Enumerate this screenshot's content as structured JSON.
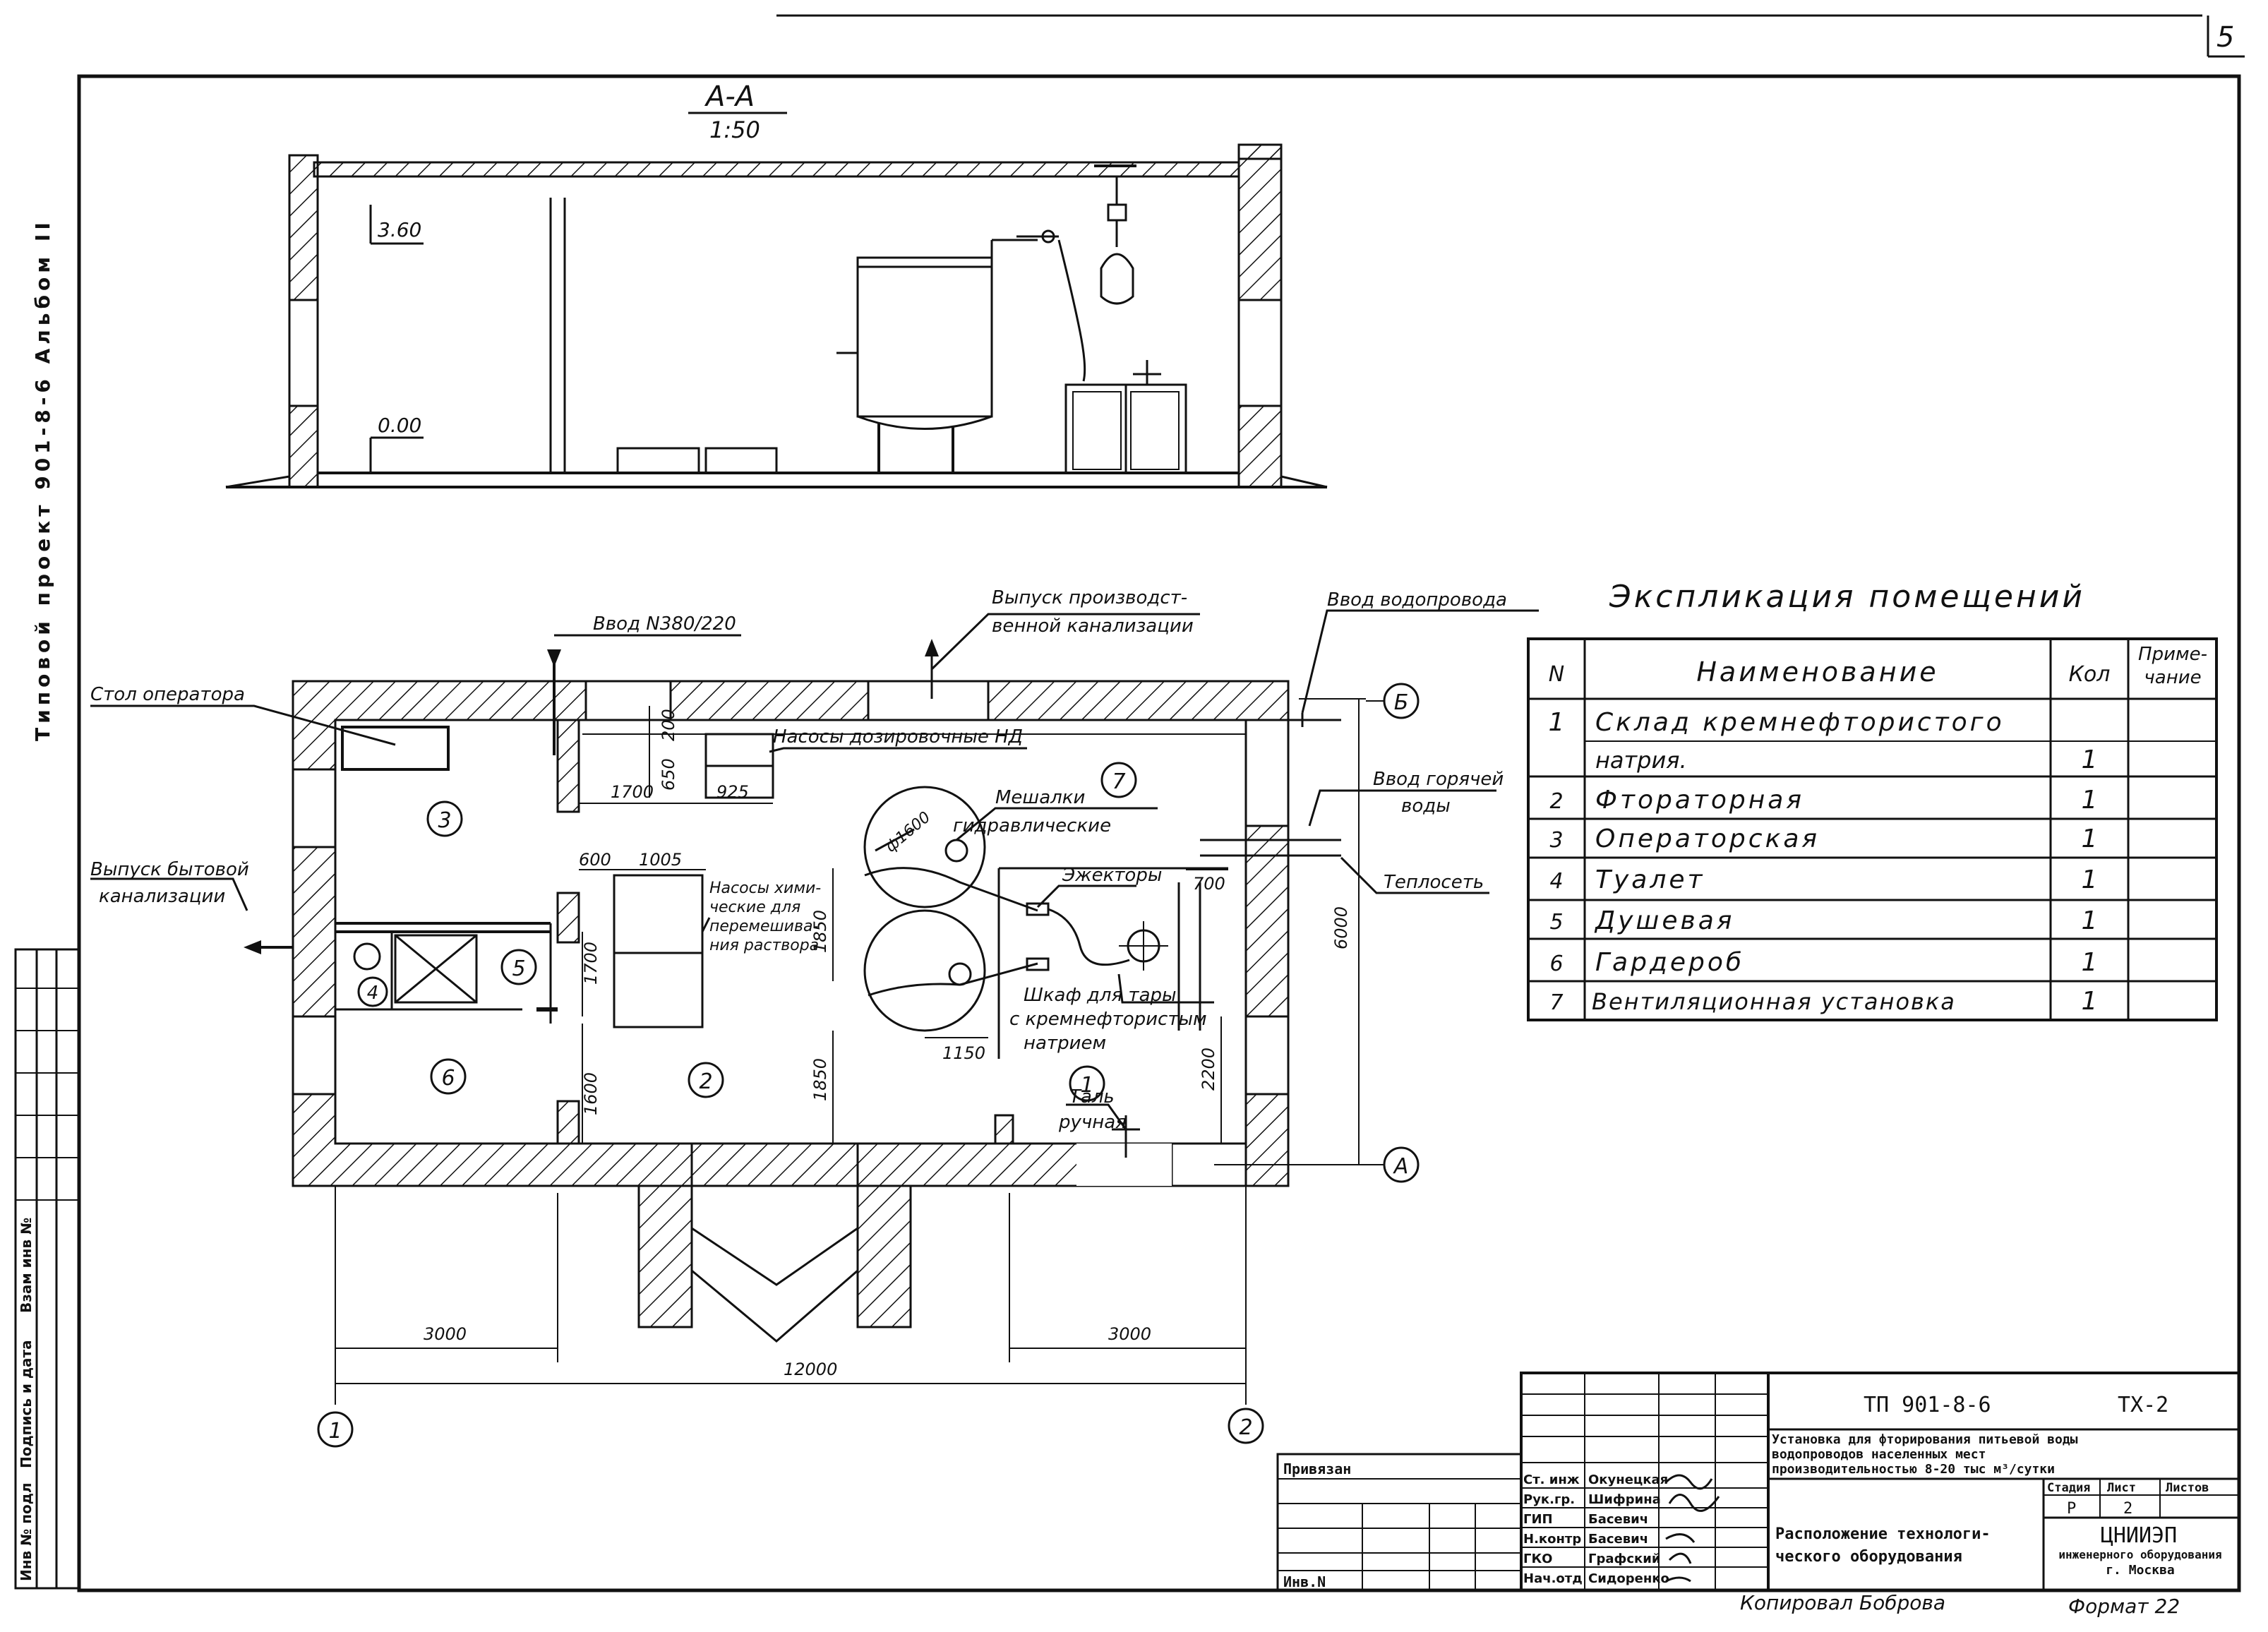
{
  "page_number": "5",
  "margin_title": "Типовой проект 901-8-6      Альбом II",
  "margin_stamp": [
    "Инв № подл",
    "Подпись и дата",
    "Взам инв №"
  ],
  "section": {
    "title": "А-А",
    "scale": "1:50",
    "level_top": "3.60",
    "level_zero": "0.00"
  },
  "plan": {
    "labels": {
      "vvod_power": "Ввод N380/220",
      "vypusk_prod_1": "Выпуск производст-",
      "vypusk_prod_2": "венной канализации",
      "vvod_water": "Ввод водопровода",
      "stol": "Стол оператора",
      "nasosy_nd": "Насосы дозировочные НД",
      "meshalki_1": "Мешалки",
      "meshalki_2": "гидравлические",
      "hot_water_1": "Ввод горячей",
      "hot_water_2": "воды",
      "teploset": "Теплосеть",
      "vypusk_byt_1": "Выпуск бытовой",
      "vypusk_byt_2": "канализации",
      "nasosy_chem_1": "Насосы хими-",
      "nasosy_chem_2": "ческие для",
      "nasosy_chem_3": "перемешива-",
      "nasosy_chem_4": "ния раствора",
      "ezhektory": "Эжекторы",
      "shkaf_1": "Шкаф для тары",
      "shkaf_2": "с кремнефтористым",
      "shkaf_3": "натрием",
      "tal_1": "Таль",
      "tal_2": "ручная",
      "phi": "ф1600"
    },
    "dims": {
      "d650": "650",
      "d200": "200",
      "d1700a": "1700",
      "d925": "925",
      "d600": "600",
      "d1005": "1005",
      "d700": "700",
      "d1850a": "1850",
      "d1700b": "1700",
      "d1600": "1600",
      "d1850b": "1850",
      "d1150": "1150",
      "d2200": "2200",
      "d6000": "6000",
      "d3000a": "3000",
      "d3000b": "3000",
      "d12000": "12000"
    },
    "rooms": [
      "1",
      "2",
      "3",
      "4",
      "5",
      "6",
      "7"
    ],
    "axes": {
      "a": "А",
      "b": "Б",
      "one": "1",
      "two": "2"
    }
  },
  "explication": {
    "title": "Экспликация помещений",
    "headers": {
      "n": "N",
      "name": "Наименование",
      "qty": "Кол",
      "note_1": "Приме-",
      "note_2": "чание"
    },
    "rows": [
      {
        "n": "1",
        "name": "Склад кремнефтористого",
        "qty": ""
      },
      {
        "n": "",
        "name": "натрия.",
        "qty": "1"
      },
      {
        "n": "2",
        "name": "Фтораторная",
        "qty": "1"
      },
      {
        "n": "3",
        "name": "Операторская",
        "qty": "1"
      },
      {
        "n": "4",
        "name": "Туалет",
        "qty": "1"
      },
      {
        "n": "5",
        "name": "Душевая",
        "qty": "1"
      },
      {
        "n": "6",
        "name": "Гардероб",
        "qty": "1"
      },
      {
        "n": "7",
        "name": "Вентиляционная установка",
        "qty": "1"
      }
    ]
  },
  "title_block": {
    "code": "ТП 901-8-6",
    "sheet_code": "ТХ-2",
    "desc_1": "Установка для фторирования питьевой воды",
    "desc_2": "водопроводов населенных мест",
    "desc_3": "производительностью 8-20 тыс м³/сутки",
    "drawing_1": "Расположение технологи-",
    "drawing_2": "ческого оборудования",
    "stage_label": "Стадия",
    "sheet_label": "Лист",
    "sheets_label": "Листов",
    "stage": "Р",
    "sheet": "2",
    "org_1": "ЦНИИЭП",
    "org_2": "инженерного оборудования",
    "org_3": "г. Москва",
    "privyazan": "Привязан",
    "inv": "Инв.N",
    "roles": [
      {
        "role": "Ст. инж",
        "name": "Окунецкая"
      },
      {
        "role": "Рук.гр.",
        "name": "Шифрина"
      },
      {
        "role": "ГИП",
        "name": "Басевич"
      },
      {
        "role": "Н.контр",
        "name": "Басевич"
      },
      {
        "role": "ГКО",
        "name": "Графский"
      },
      {
        "role": "Нач.отд",
        "name": "Сидоренко"
      }
    ],
    "copied": "Копировал Боброва",
    "format": "Формат 22"
  }
}
